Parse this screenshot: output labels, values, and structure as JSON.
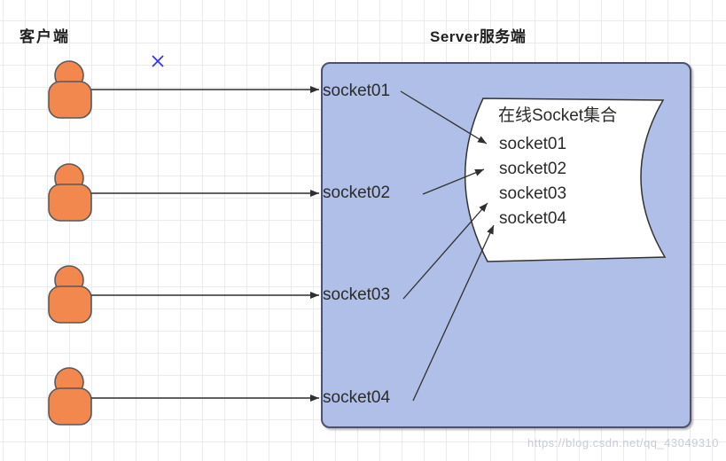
{
  "header": {
    "client_title": "客户端",
    "server_title": "Server服务端"
  },
  "server_box": {
    "sockets": [
      "socket01",
      "socket02",
      "socket03",
      "socket04"
    ]
  },
  "collection": {
    "title": "在线Socket集合",
    "sockets": [
      "socket01",
      "socket02",
      "socket03",
      "socket04"
    ]
  },
  "clients": {
    "count": 4,
    "icon": "person-icon"
  },
  "markers": {
    "x_marker": "x-marker-icon"
  },
  "watermark": "https://blog.csdn.net/qq_43049310",
  "colors": {
    "server_box_fill": "#b0bfe7",
    "server_box_border": "#50506b",
    "person_fill": "#f2884e",
    "person_stroke": "#595959",
    "arrow": "#2f2f2f",
    "collection_fill": "#ffffff",
    "collection_border": "#333333",
    "x_marker": "#2e2eff",
    "grid_line": "#ebebeb",
    "watermark_text": "#c9ccd6"
  }
}
